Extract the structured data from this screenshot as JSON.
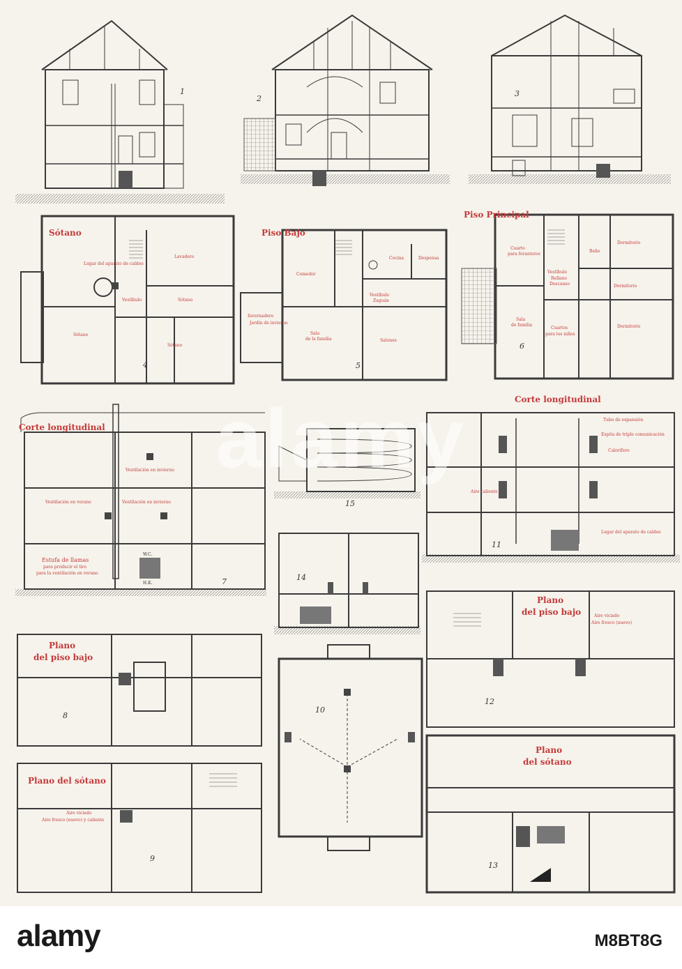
{
  "plate": {
    "titles": {
      "sotano": "Sótano",
      "piso_bajo": "Piso Bajo",
      "piso_principal": "Piso Principal",
      "corte_longitudinal_left": "Corte longitudinal",
      "corte_longitudinal_right": "Corte longitudinal",
      "plano_piso_bajo_left_1": "Plano",
      "plano_piso_bajo_left_2": "del piso bajo",
      "plano_sotano_left": "Plano del sótano",
      "plano_piso_bajo_right_1": "Plano",
      "plano_piso_bajo_right_2": "del piso bajo",
      "plano_sotano_right_1": "Plano",
      "plano_sotano_right_2": "del sótano"
    },
    "figure_numbers": [
      "1",
      "2",
      "3",
      "4",
      "5",
      "6",
      "7",
      "8",
      "9",
      "10",
      "11",
      "12",
      "13",
      "14",
      "15"
    ],
    "room_labels": {
      "lavadero": "Lavadero",
      "sotano_a": "Sótano",
      "sotano_b": "Sótano",
      "sotano_c": "Sótano",
      "vestibulo_sotano": "Vestíbulo",
      "lugar_aparato": "Lugar del aparato de caldeo",
      "comedor": "Comedor",
      "cocina": "Cocina",
      "despensa": "Despensa",
      "vestibulo": "Vestíbulo",
      "zaguan": "Zaguán",
      "invernadero": "Invernadero",
      "jardin": "Jardín de invierno",
      "sala_familia": "Sala",
      "sala_familia_sub": "de la familia",
      "salones": "Salones",
      "cuarto": "Cuarto",
      "cuarto_sub": "para forasteros",
      "bano": "Baño",
      "dormitorio_1": "Dormitorio",
      "dormitorio_2": "Dormitorio",
      "dormitorio_3": "Dormitorio",
      "vestibulo_pp": "Vestíbulo",
      "rellano": "Rellano",
      "descanso": "Descanso",
      "sala_pp": "Sala",
      "sala_pp_sub": "de familia",
      "cuartos_ninos": "Cuartos",
      "cuartos_ninos_sub": "para los niños"
    },
    "annotations": {
      "ventilacion_invierno_1": "Ventilación en invierno",
      "ventilacion_verano": "Ventilación en verano",
      "ventilacion_invierno_2": "Ventilación en invierno",
      "estufa_1": "Estufa de llamas",
      "estufa_2": "para producir el tiro",
      "estufa_3": "para la ventilación en verano",
      "wc": "W.C.",
      "hk": "H.K.",
      "tubo_expansion": "Tubo de expansión",
      "espita": "Espita de triple comunicación",
      "calorifero": "Calorífero",
      "aire_caliente": "Aire caliente",
      "lugar_aparato_11": "Lugar del aparato de caldeo",
      "aire_viciado_12": "Aire viciado",
      "aire_fresco_12": "Aire fresco (nuevo)",
      "aire_viciado_9": "Aire viciado",
      "aire_fresco_9": "Aire fresco (nuevo) y caliente"
    }
  },
  "footer": {
    "logo": "alamy",
    "image_id": "M8BT8G",
    "watermark": "alamy"
  },
  "colors": {
    "paper": "#f6f3ec",
    "ink": "#3a3a3a",
    "red_label": "#c43a3a"
  }
}
